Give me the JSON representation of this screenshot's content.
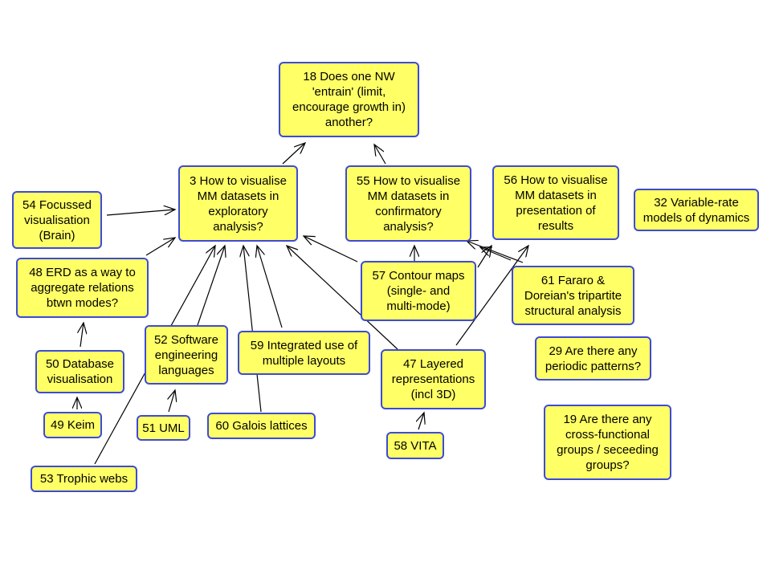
{
  "colors": {
    "node_fill": "#ffff66",
    "node_border": "#3c4bd6",
    "edge": "#000000"
  },
  "nodes": {
    "n18": "18 Does one NW\n'entrain' (limit,\nencourage growth in)\nanother?",
    "n3": "3 How to visualise\nMM datasets in\nexploratory\nanalysis?",
    "n55": "55 How to visualise\nMM datasets in\nconfirmatory\nanalysis?",
    "n56": "56 How to visualise\nMM datasets in\npresentation of\nresults",
    "n32": "32 Variable-rate\nmodels of dynamics",
    "n54": "54 Focussed\nvisualisation\n(Brain)",
    "n48": "48 ERD as a way to\naggregate relations\nbtwn modes?",
    "n57": "57 Contour maps\n(single- and\nmulti-mode)",
    "n61": "61 Fararo &\nDoreian's tripartite\nstructural analysis",
    "n52": "52 Software\nengineering\nlanguages",
    "n59": "59 Integrated use of\nmultiple layouts",
    "n47": "47 Layered\nrepresentations\n(incl 3D)",
    "n29": "29 Are there any\nperiodic patterns?",
    "n50": "50 Database\nvisualisation",
    "n49": "49 Keim",
    "n51": "51 UML",
    "n60": "60 Galois lattices",
    "n58": "58 VITA",
    "n19": "19 Are there any\ncross-functional\ngroups / seceeding\ngroups?",
    "n53": "53 Trophic webs"
  }
}
